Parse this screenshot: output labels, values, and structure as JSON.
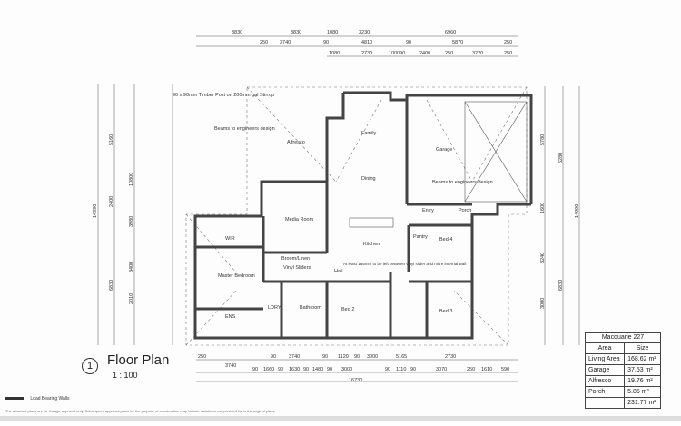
{
  "title": {
    "number": "1",
    "name": "Floor Plan",
    "scale": "1 : 100"
  },
  "legend": {
    "label": "Load Bearing Walls"
  },
  "footnote": "The attached plans are for lineage approval only. Subsequent approval plans for the purpose of construction may include variations not provided for in the original plans.",
  "area_schedule": {
    "heading": "Macquarie 227",
    "col_area": "Area",
    "col_size": "Size",
    "rows": [
      {
        "area": "Living Area",
        "size": "168.62 m²"
      },
      {
        "area": "Garage",
        "size": "37.53 m²"
      },
      {
        "area": "Alfresco",
        "size": "19.76 m²"
      },
      {
        "area": "Porch",
        "size": "5.85 m²"
      }
    ],
    "total": "231.77 m²"
  },
  "rooms": {
    "alfresco": "Alfresco",
    "family": "Family",
    "garage": "Garage",
    "dining": "Dining",
    "media": "Media Room",
    "kitchen": "Kitchen",
    "bed4": "Bed 4",
    "bed2": "Bed 2",
    "bed3": "Bed 3",
    "master": "Master Bedroom",
    "wir": "WIR",
    "ens": "ENS",
    "ldry": "LDRY",
    "bathroom": "Bathroom",
    "hall": "Hall",
    "entry": "Entry",
    "porch": "Porch",
    "broom": "Broom/Linen",
    "pantry": "Pantry"
  },
  "notes": {
    "timber_post": "90 x 90mm Timber Post on 200mm gal Stirrup",
    "beams_left": "Beams to engineers design",
    "beams_right": "Beams to engineers design",
    "vinyl_sliders": "Vinyl Sliders",
    "engineer_note": "At least 185mm to be left between vinyl slider and mitre internal wall"
  },
  "dims": {
    "top1": [
      "3830",
      "3830",
      "1080",
      "3230",
      "6960"
    ],
    "top2": [
      "250",
      "3740",
      "90",
      "4810",
      "90",
      "5870",
      "250"
    ],
    "top3": [
      "1080",
      "2730",
      "100090",
      "2400",
      "250",
      "3220",
      "250"
    ],
    "bottom1": [
      "250",
      "3740",
      "90",
      "3740",
      "90",
      "1120",
      "90",
      "3000",
      "5165",
      "2730"
    ],
    "bottom2": [
      "90",
      "1660",
      "90",
      "1630",
      "90",
      "1480",
      "90",
      "3000",
      "90",
      "1110",
      "90",
      "3070",
      "250",
      "1610",
      "590"
    ],
    "bottom_total": "16730",
    "left_outer": "14990",
    "left_mid": [
      "6830",
      "10800"
    ],
    "left_inner": [
      "5160",
      "2400",
      "3980",
      "3400",
      "2010"
    ],
    "right_outer": "14990",
    "right_mid": [
      "6280",
      "6830"
    ],
    "right_inner": [
      "5780",
      "1600",
      "3240",
      "3000"
    ]
  }
}
